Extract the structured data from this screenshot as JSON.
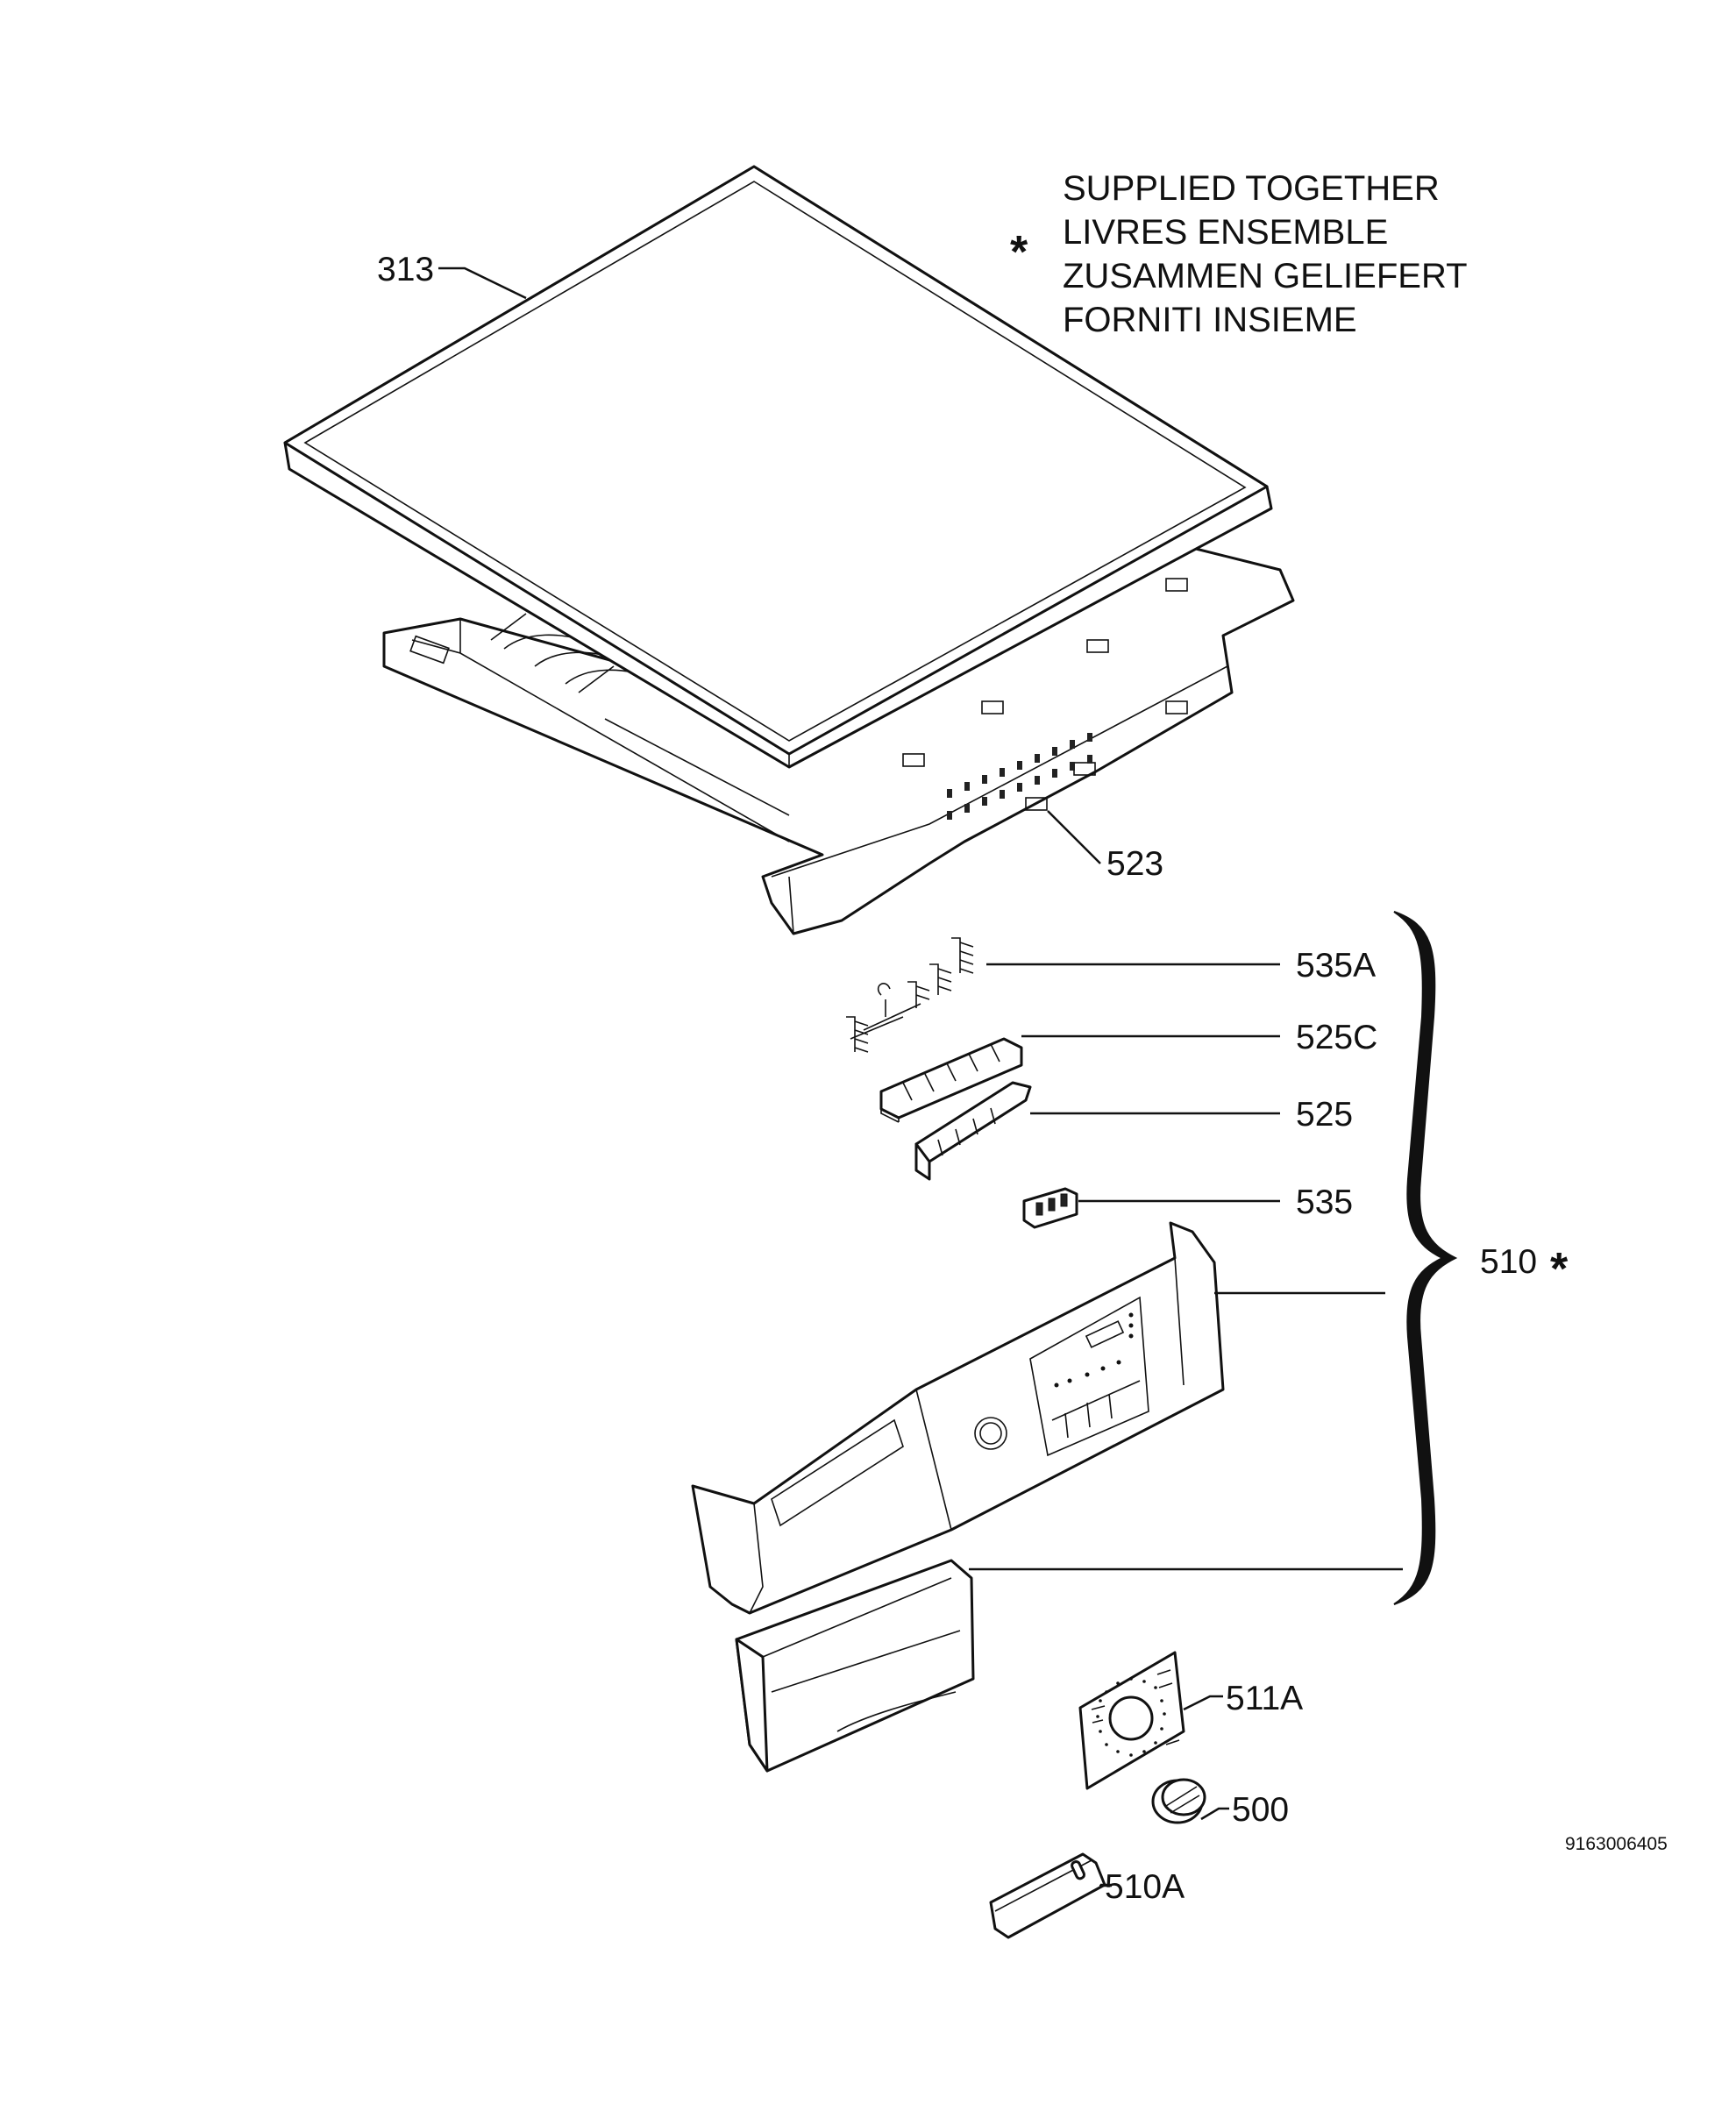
{
  "note": {
    "lines": [
      "SUPPLIED TOGETHER",
      "LIVRES ENSEMBLE",
      "ZUSAMMEN GELIEFERT",
      "FORNITI INSIEME"
    ],
    "marker": "*"
  },
  "parts": [
    {
      "id": "313",
      "label": "313"
    },
    {
      "id": "523",
      "label": "523"
    },
    {
      "id": "535A",
      "label": "535A"
    },
    {
      "id": "525C",
      "label": "525C"
    },
    {
      "id": "525",
      "label": "525"
    },
    {
      "id": "535",
      "label": "535"
    },
    {
      "id": "510",
      "label": "510",
      "marker": "*"
    },
    {
      "id": "511A",
      "label": "511A"
    },
    {
      "id": "500",
      "label": "500"
    },
    {
      "id": "510A",
      "label": "510A"
    }
  ],
  "drawing_number": "9163006405"
}
